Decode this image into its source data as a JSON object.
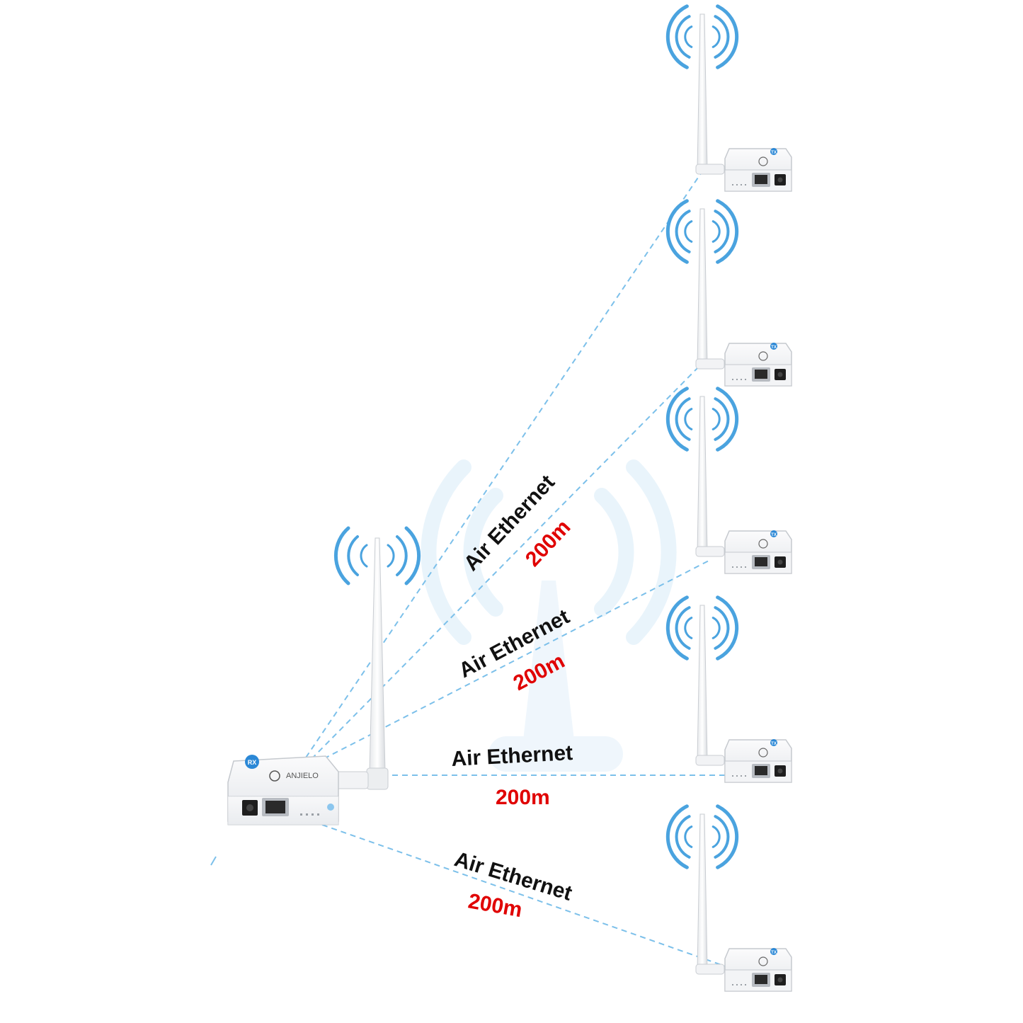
{
  "diagram": {
    "hub": {
      "badge": "RX",
      "brand": "ANJIELO"
    },
    "remote_badge": "TX",
    "links": [
      {
        "label": "Air Ethernet",
        "distance": "200m"
      },
      {
        "label": "Air Ethernet",
        "distance": "200m"
      },
      {
        "label": "Air Ethernet",
        "distance": "200m"
      },
      {
        "label": "Air Ethernet",
        "distance": "200m"
      }
    ],
    "colors": {
      "link_line": "#7cc0ea",
      "wave": "#4aa3df",
      "label": "#111111",
      "distance": "#e00000",
      "device_body": "#eef0f2",
      "badge": "#2b88d6"
    },
    "icons": [
      "wifi-waves-icon",
      "antenna-icon",
      "ethernet-port-icon",
      "power-jack-icon"
    ]
  }
}
